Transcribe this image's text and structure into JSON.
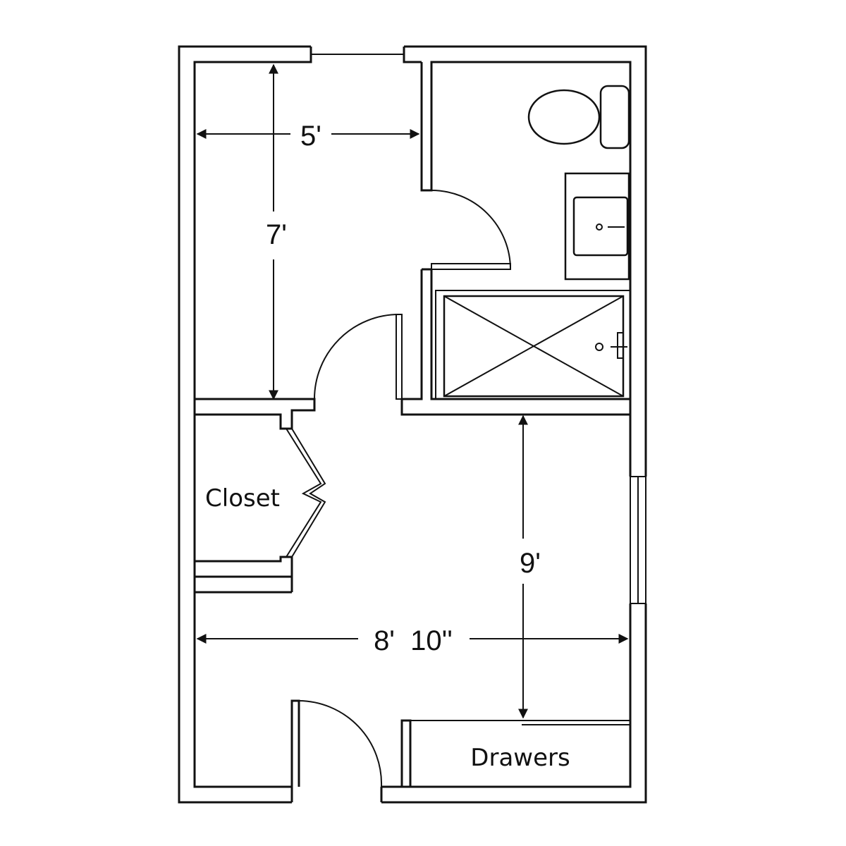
{
  "labels": {
    "closet": "Closet",
    "drawers": "Drawers"
  },
  "dimensions": {
    "hallway_width": "5'",
    "hallway_length": "7'",
    "bedroom_length": "9'",
    "bedroom_width": "8'  10''"
  },
  "colors": {
    "line": "#111111",
    "background": "#ffffff"
  }
}
